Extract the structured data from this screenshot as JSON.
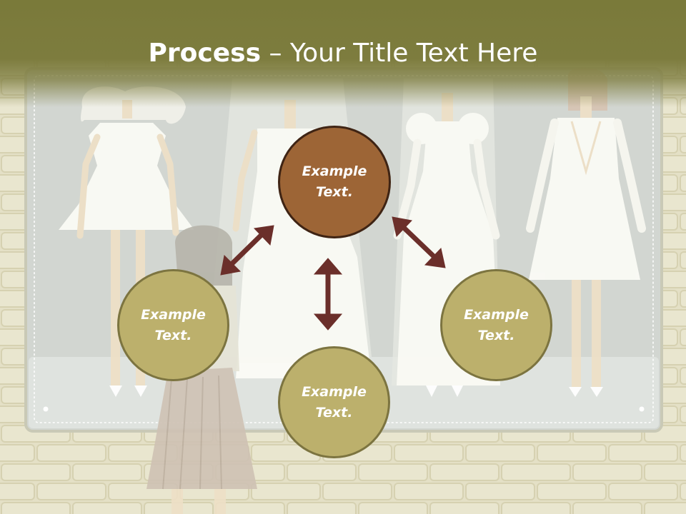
{
  "title": {
    "bold": "Process",
    "rest": " – Your Title Text Here"
  },
  "nodes": {
    "top": {
      "line1": "Example",
      "line2": "Text."
    },
    "left": {
      "line1": "Example",
      "line2": "Text."
    },
    "right": {
      "line1": "Example",
      "line2": "Text."
    },
    "bottom": {
      "line1": "Example",
      "line2": "Text."
    }
  },
  "colors": {
    "title_bar": "#7d7c3e",
    "main_circle": "#9d6536",
    "main_border": "#3f2414",
    "sub_circle": "#bcb06c",
    "sub_border": "#7c7440",
    "arrow": "#6b2f2a",
    "brick_wall": "#e4e0c6",
    "shop_window": "#d5d9d4"
  }
}
